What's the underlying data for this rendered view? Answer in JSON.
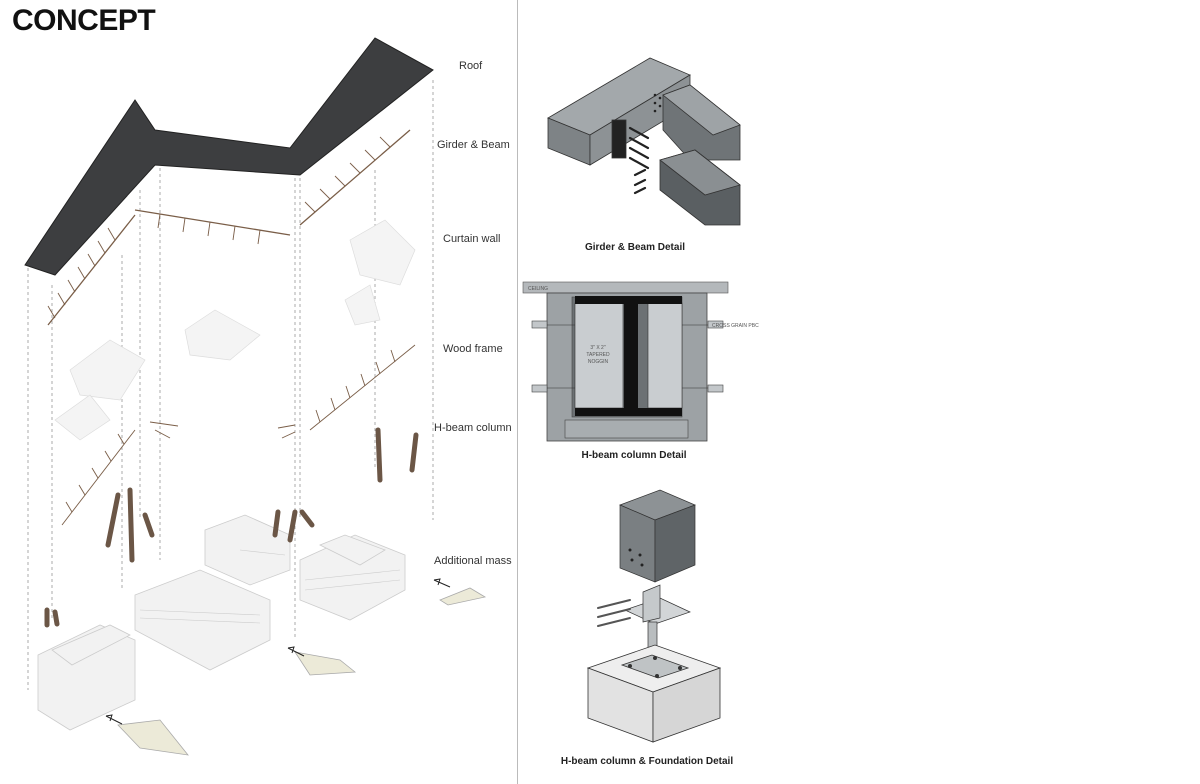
{
  "title": "CONCEPT",
  "layers": {
    "roof": "Roof",
    "girder_beam": "Girder & Beam",
    "curtain_wall": "Curtain wall",
    "wood_frame": "Wood frame",
    "h_beam_column": "H-beam column",
    "additional_mass": "Additional mass"
  },
  "details": {
    "girder_beam_caption": "Girder & Beam Detail",
    "h_beam_caption": "H-beam column Detail",
    "foundation_caption": "H-beam column & Foundation Detail",
    "ceiling_label": "CEILING",
    "cross_grain_label": "CROSS GRAIN PBC",
    "nogging_line1": "3\" X 2\"",
    "nogging_line2": "TAPERED",
    "nogging_line3": "NOGGIN"
  }
}
